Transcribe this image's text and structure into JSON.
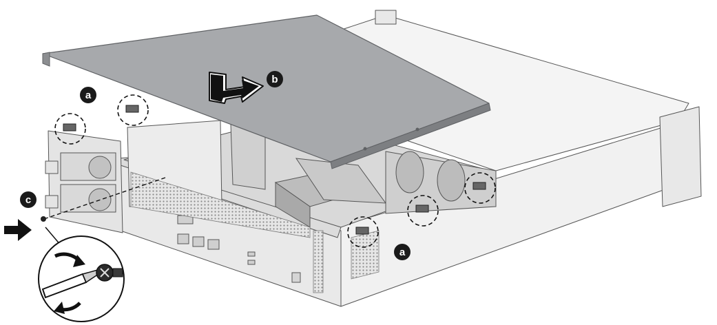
{
  "callouts": {
    "a": "a",
    "b": "b",
    "c": "c"
  },
  "icons": {
    "screwdriver": "screwdriver-icon",
    "rotate": "rotate-arrow-icon",
    "screw": "screw-icon",
    "push_arrow": "push-arrow-icon",
    "slide_arrow": "slide-arrow-icon"
  },
  "colors": {
    "cover": "#a7a9ac",
    "cover_edge": "#5f6164",
    "chassis": "#ececec",
    "chassis_dark": "#d6d6d6",
    "line": "#444444",
    "callout": "#1a1a1a"
  }
}
